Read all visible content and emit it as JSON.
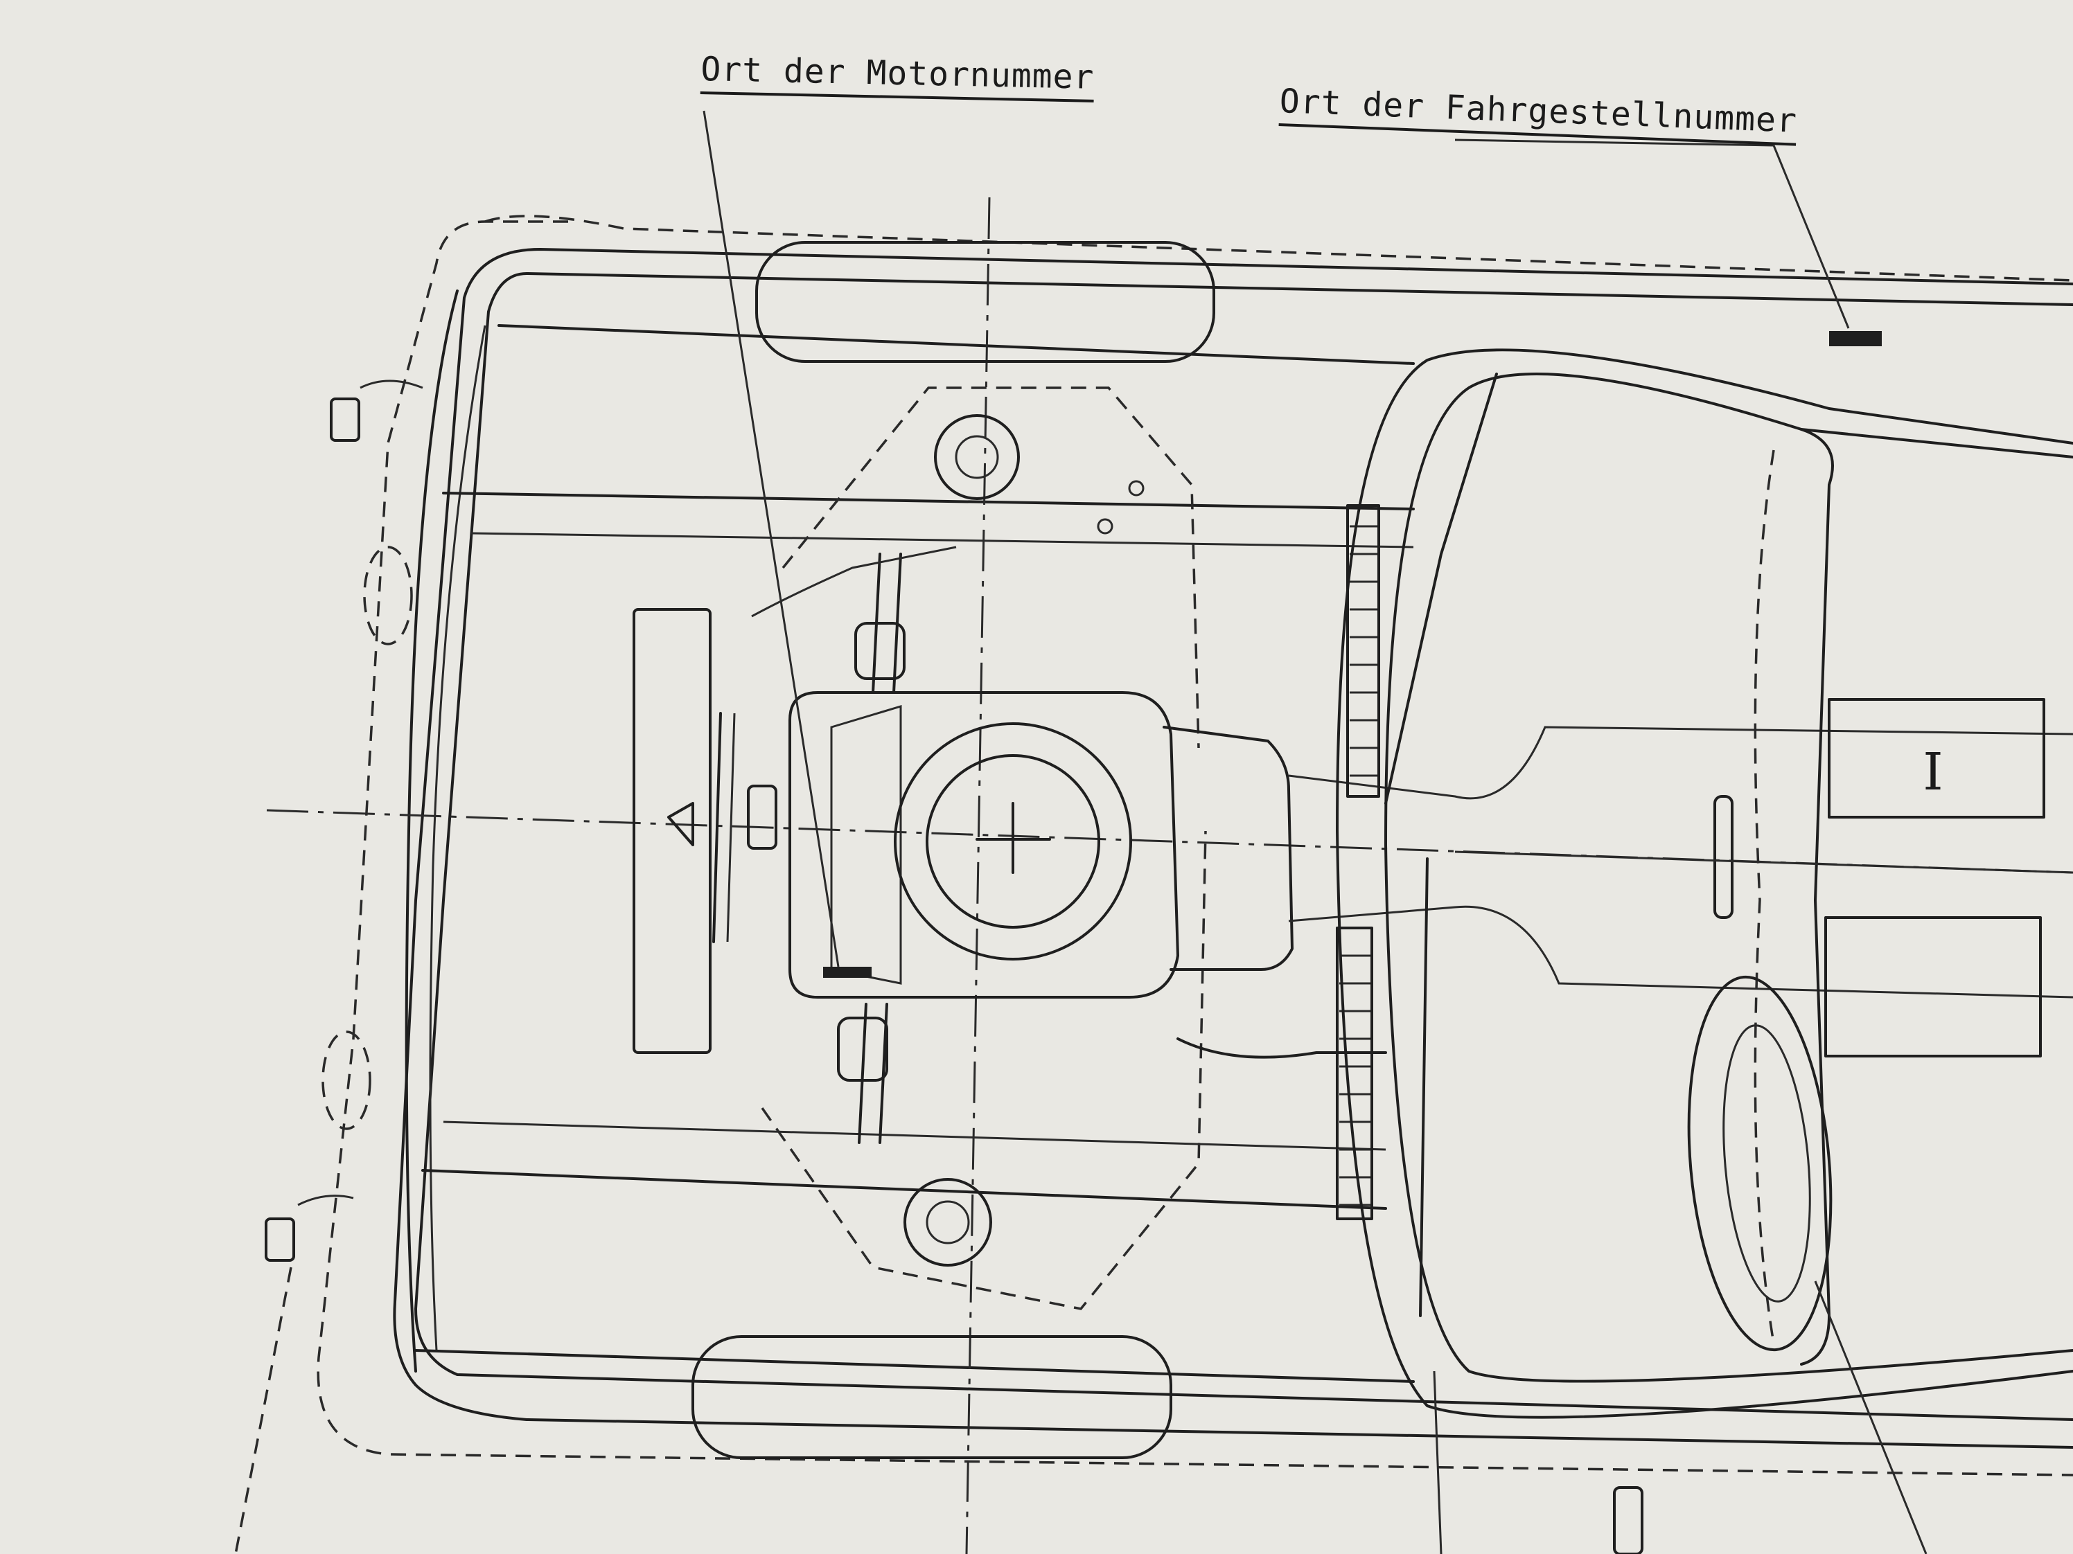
{
  "labels": {
    "engine_number_location": "Ort der Motornummer",
    "chassis_number_location": "Ort der Fahrgestellnummer",
    "compartment_mark": "I"
  },
  "colors": {
    "paper": "#e9e8e3",
    "ink": "#1f1f1f"
  }
}
